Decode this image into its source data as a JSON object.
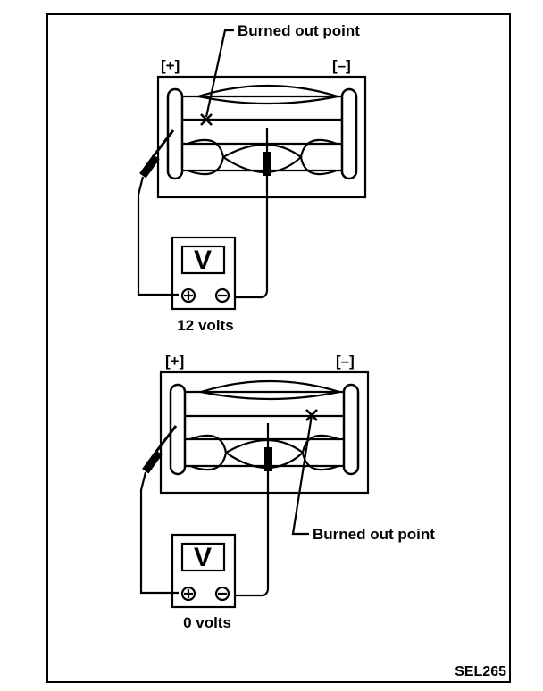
{
  "figure_code": "SEL265",
  "top": {
    "positive_label": "[+]",
    "negative_label": "[–]",
    "burned_label": "Burned out point",
    "meter_symbol": "V",
    "reading": "12 volts"
  },
  "bottom": {
    "positive_label": "[+]",
    "negative_label": "[–]",
    "burned_label": "Burned out point",
    "meter_symbol": "V",
    "reading": "0 volts"
  }
}
